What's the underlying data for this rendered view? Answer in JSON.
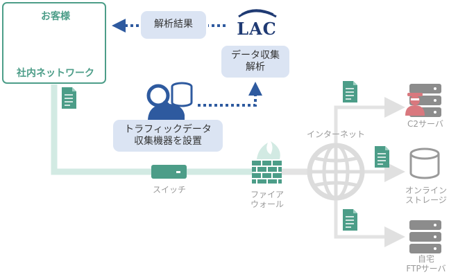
{
  "customer": {
    "title": "お客様",
    "network_label": "社内ネットワーク"
  },
  "analysis_result_label": "解析結果",
  "lac": {
    "logo_text": "LAC",
    "bubble_lines": [
      "データ収集",
      "解析"
    ]
  },
  "collector": {
    "bubble_lines": [
      "トラフィックデータ",
      "収集機器を設置"
    ]
  },
  "switch_label": "スイッチ",
  "firewall_label_lines": [
    "ファイア",
    "ウォール"
  ],
  "internet_label": "インターネット",
  "servers": {
    "c2_label": "C2サーバ",
    "storage_label_lines": [
      "オンライン",
      "ストレージ"
    ],
    "ftp_label_lines": [
      "自宅",
      "FTPサーバ"
    ]
  },
  "colors": {
    "teal": "#4c9d88",
    "light_teal_line": "#d2eae3",
    "gray_line": "#e3e3e3",
    "navy": "#2e5a9f",
    "bubble_blue": "#dbe4f3",
    "server_gray": "#8c8c8c",
    "threat_red": "#d9787e",
    "label_gray": "#999999"
  }
}
